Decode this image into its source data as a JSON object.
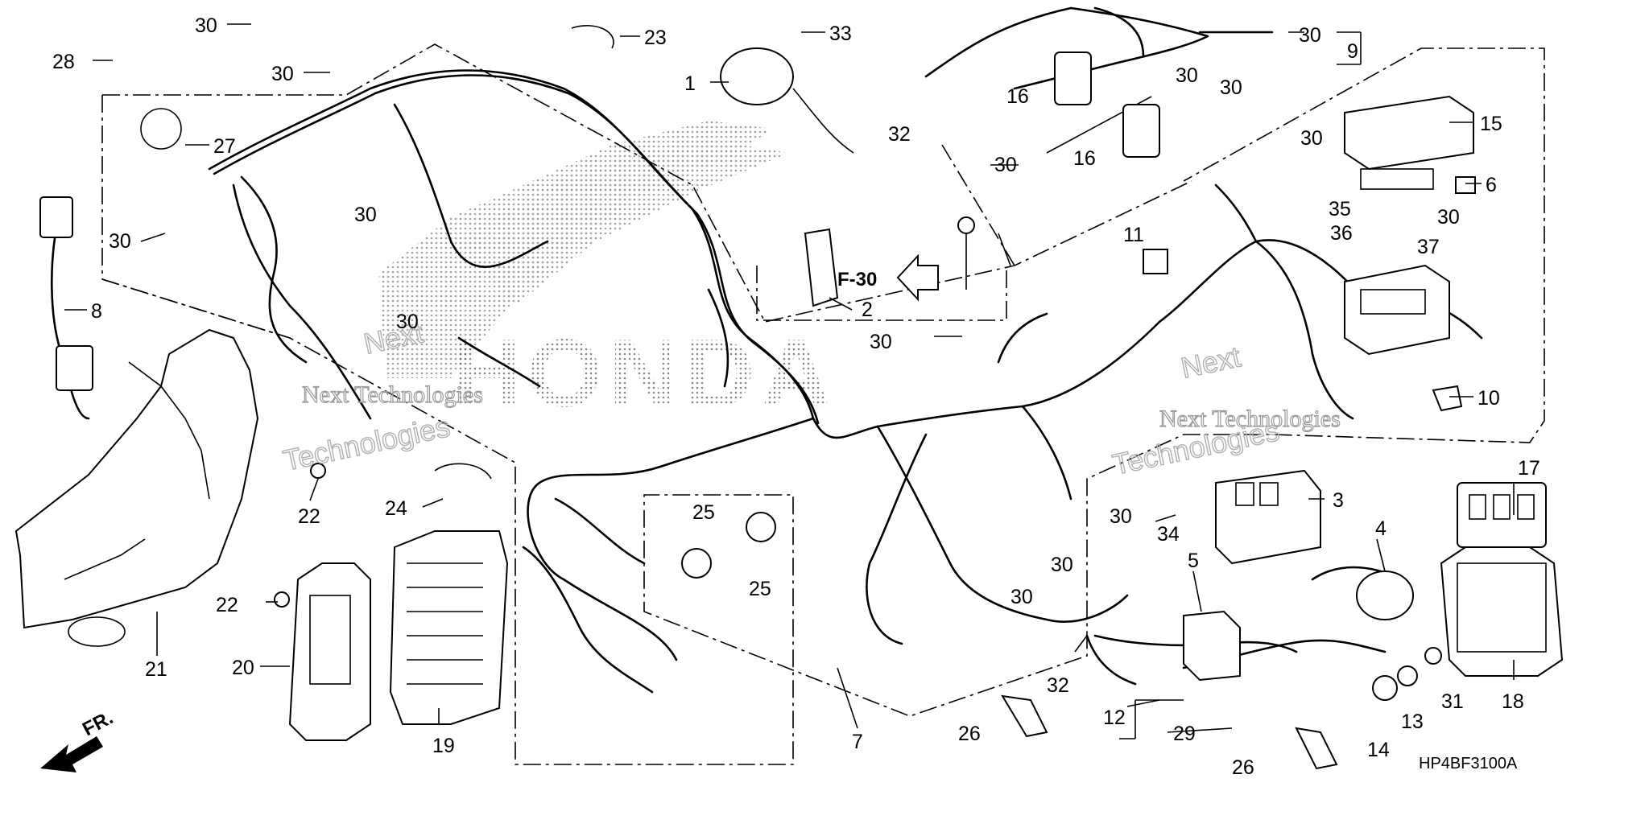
{
  "diagram": {
    "drawing_code": "HP4BF3100A",
    "front_arrow_label": "FR.",
    "reference_label": "F-30",
    "brand_watermark": "HONDA",
    "watermarks": [
      {
        "text": "Next Technologies"
      },
      {
        "text": "Technologies"
      },
      {
        "text": "Next"
      },
      {
        "text": "Next Technologies"
      },
      {
        "text": "Technologies"
      },
      {
        "text": "Next"
      }
    ],
    "callouts": [
      {
        "id": "c30a",
        "label": "30"
      },
      {
        "id": "c28",
        "label": "28"
      },
      {
        "id": "c30b",
        "label": "30"
      },
      {
        "id": "c23",
        "label": "23"
      },
      {
        "id": "c33",
        "label": "33"
      },
      {
        "id": "c1",
        "label": "1"
      },
      {
        "id": "c27",
        "label": "27"
      },
      {
        "id": "c30c",
        "label": "30"
      },
      {
        "id": "c8",
        "label": "8"
      },
      {
        "id": "c30d",
        "label": "30"
      },
      {
        "id": "c30e",
        "label": "30"
      },
      {
        "id": "c2",
        "label": "2"
      },
      {
        "id": "c32a",
        "label": "32"
      },
      {
        "id": "c30f",
        "label": "30"
      },
      {
        "id": "c16a",
        "label": "16"
      },
      {
        "id": "c16b",
        "label": "16"
      },
      {
        "id": "c30g",
        "label": "30"
      },
      {
        "id": "c30h",
        "label": "30"
      },
      {
        "id": "c30i",
        "label": "30"
      },
      {
        "id": "c9",
        "label": "9"
      },
      {
        "id": "c15",
        "label": "15"
      },
      {
        "id": "c30j",
        "label": "30"
      },
      {
        "id": "c6",
        "label": "6"
      },
      {
        "id": "c35",
        "label": "35"
      },
      {
        "id": "c36",
        "label": "36"
      },
      {
        "id": "c37",
        "label": "37"
      },
      {
        "id": "c30k",
        "label": "30"
      },
      {
        "id": "c11",
        "label": "11"
      },
      {
        "id": "c30l",
        "label": "30"
      },
      {
        "id": "c10",
        "label": "10"
      },
      {
        "id": "c22a",
        "label": "22"
      },
      {
        "id": "c24",
        "label": "24"
      },
      {
        "id": "c25a",
        "label": "25"
      },
      {
        "id": "c25b",
        "label": "25"
      },
      {
        "id": "c30m",
        "label": "30"
      },
      {
        "id": "c34",
        "label": "34"
      },
      {
        "id": "c3",
        "label": "3"
      },
      {
        "id": "c17",
        "label": "17"
      },
      {
        "id": "c4",
        "label": "4"
      },
      {
        "id": "c5",
        "label": "5"
      },
      {
        "id": "c30n",
        "label": "30"
      },
      {
        "id": "c30o",
        "label": "30"
      },
      {
        "id": "c22b",
        "label": "22"
      },
      {
        "id": "c20",
        "label": "20"
      },
      {
        "id": "c21",
        "label": "21"
      },
      {
        "id": "c19",
        "label": "19"
      },
      {
        "id": "c7",
        "label": "7"
      },
      {
        "id": "c32b",
        "label": "32"
      },
      {
        "id": "c12",
        "label": "12"
      },
      {
        "id": "c29",
        "label": "29"
      },
      {
        "id": "c26a",
        "label": "26"
      },
      {
        "id": "c26b",
        "label": "26"
      },
      {
        "id": "c14",
        "label": "14"
      },
      {
        "id": "c13",
        "label": "13"
      },
      {
        "id": "c31",
        "label": "31"
      },
      {
        "id": "c18",
        "label": "18"
      }
    ]
  }
}
